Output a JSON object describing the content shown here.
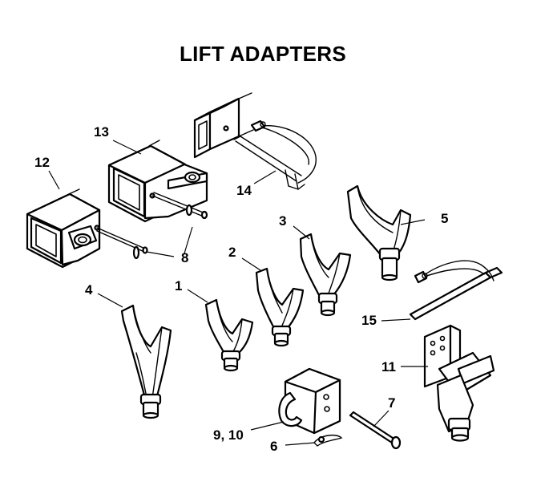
{
  "title": "LIFT ADAPTERS",
  "callouts": {
    "p1": "1",
    "p2": "2",
    "p3": "3",
    "p4": "4",
    "p5": "5",
    "p6": "6",
    "p7": "7",
    "p8": "8",
    "p9_10": "9, 10",
    "p11": "11",
    "p12": "12",
    "p13": "13",
    "p14": "14",
    "p15": "15"
  },
  "colors": {
    "line": "#000000",
    "fill": "#ffffff"
  }
}
